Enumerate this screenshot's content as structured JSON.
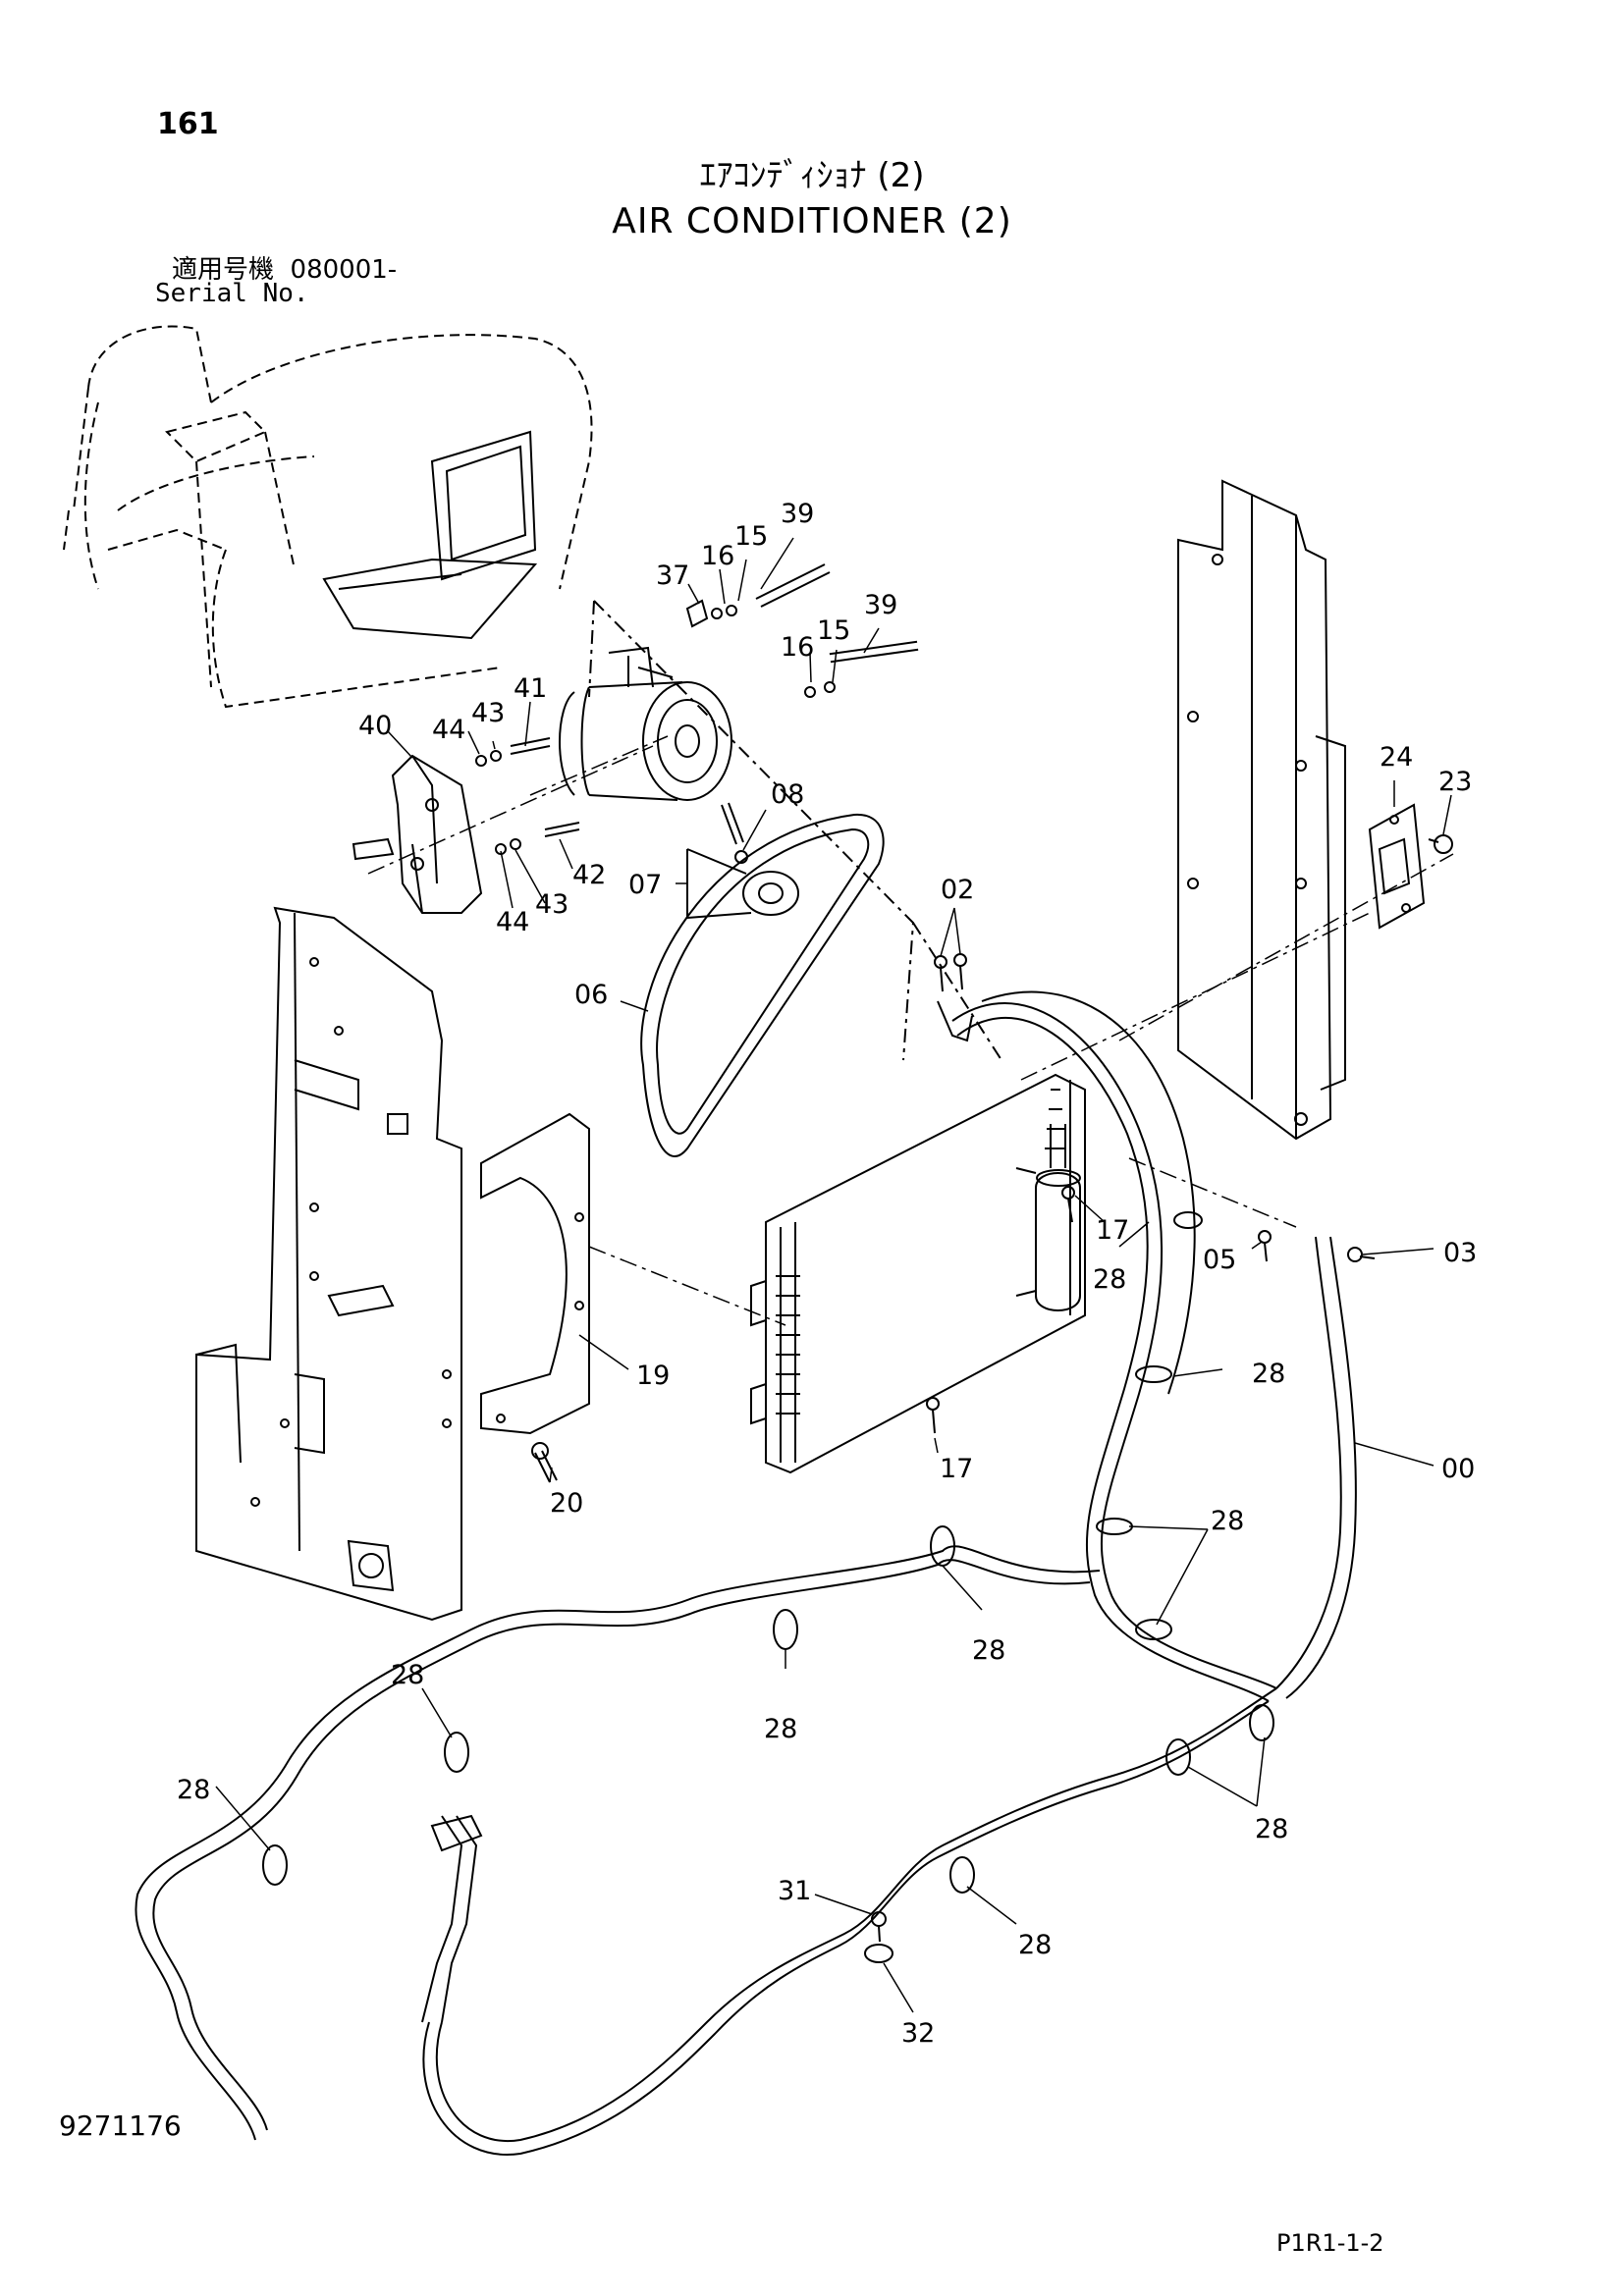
{
  "header": {
    "page_number": "161",
    "title_jp": "ｴｱｺﾝﾃﾞｨｼｮﾅ (2)",
    "title_en": "AIR CONDITIONER (2)",
    "serial_label_jp": "適用号機",
    "serial_value": "080001-",
    "serial_label_en": "Serial No."
  },
  "footer": {
    "drawing_number": "9271176",
    "sheet_code": "P1R1-1-2"
  },
  "callouts": {
    "c39a": "39",
    "c16a": "16",
    "c15a": "15",
    "c37": "37",
    "c39b": "39",
    "c16b": "16",
    "c15b": "15",
    "c41": "41",
    "c43a": "43",
    "c44a": "44",
    "c40": "40",
    "c08": "08",
    "c07": "07",
    "c42": "42",
    "c43b": "43",
    "c44b": "44",
    "c24": "24",
    "c23": "23",
    "c02": "02",
    "c06": "06",
    "c17a": "17",
    "c28a": "28",
    "c05": "05",
    "c03": "03",
    "c19": "19",
    "c28b": "28",
    "c20": "20",
    "c17b": "17",
    "c00": "00",
    "c28c": "28",
    "c28d": "28",
    "c28e": "28",
    "c28f": "28",
    "c28g": "28",
    "c28h": "28",
    "c28i": "28",
    "c31": "31",
    "c32": "32"
  }
}
